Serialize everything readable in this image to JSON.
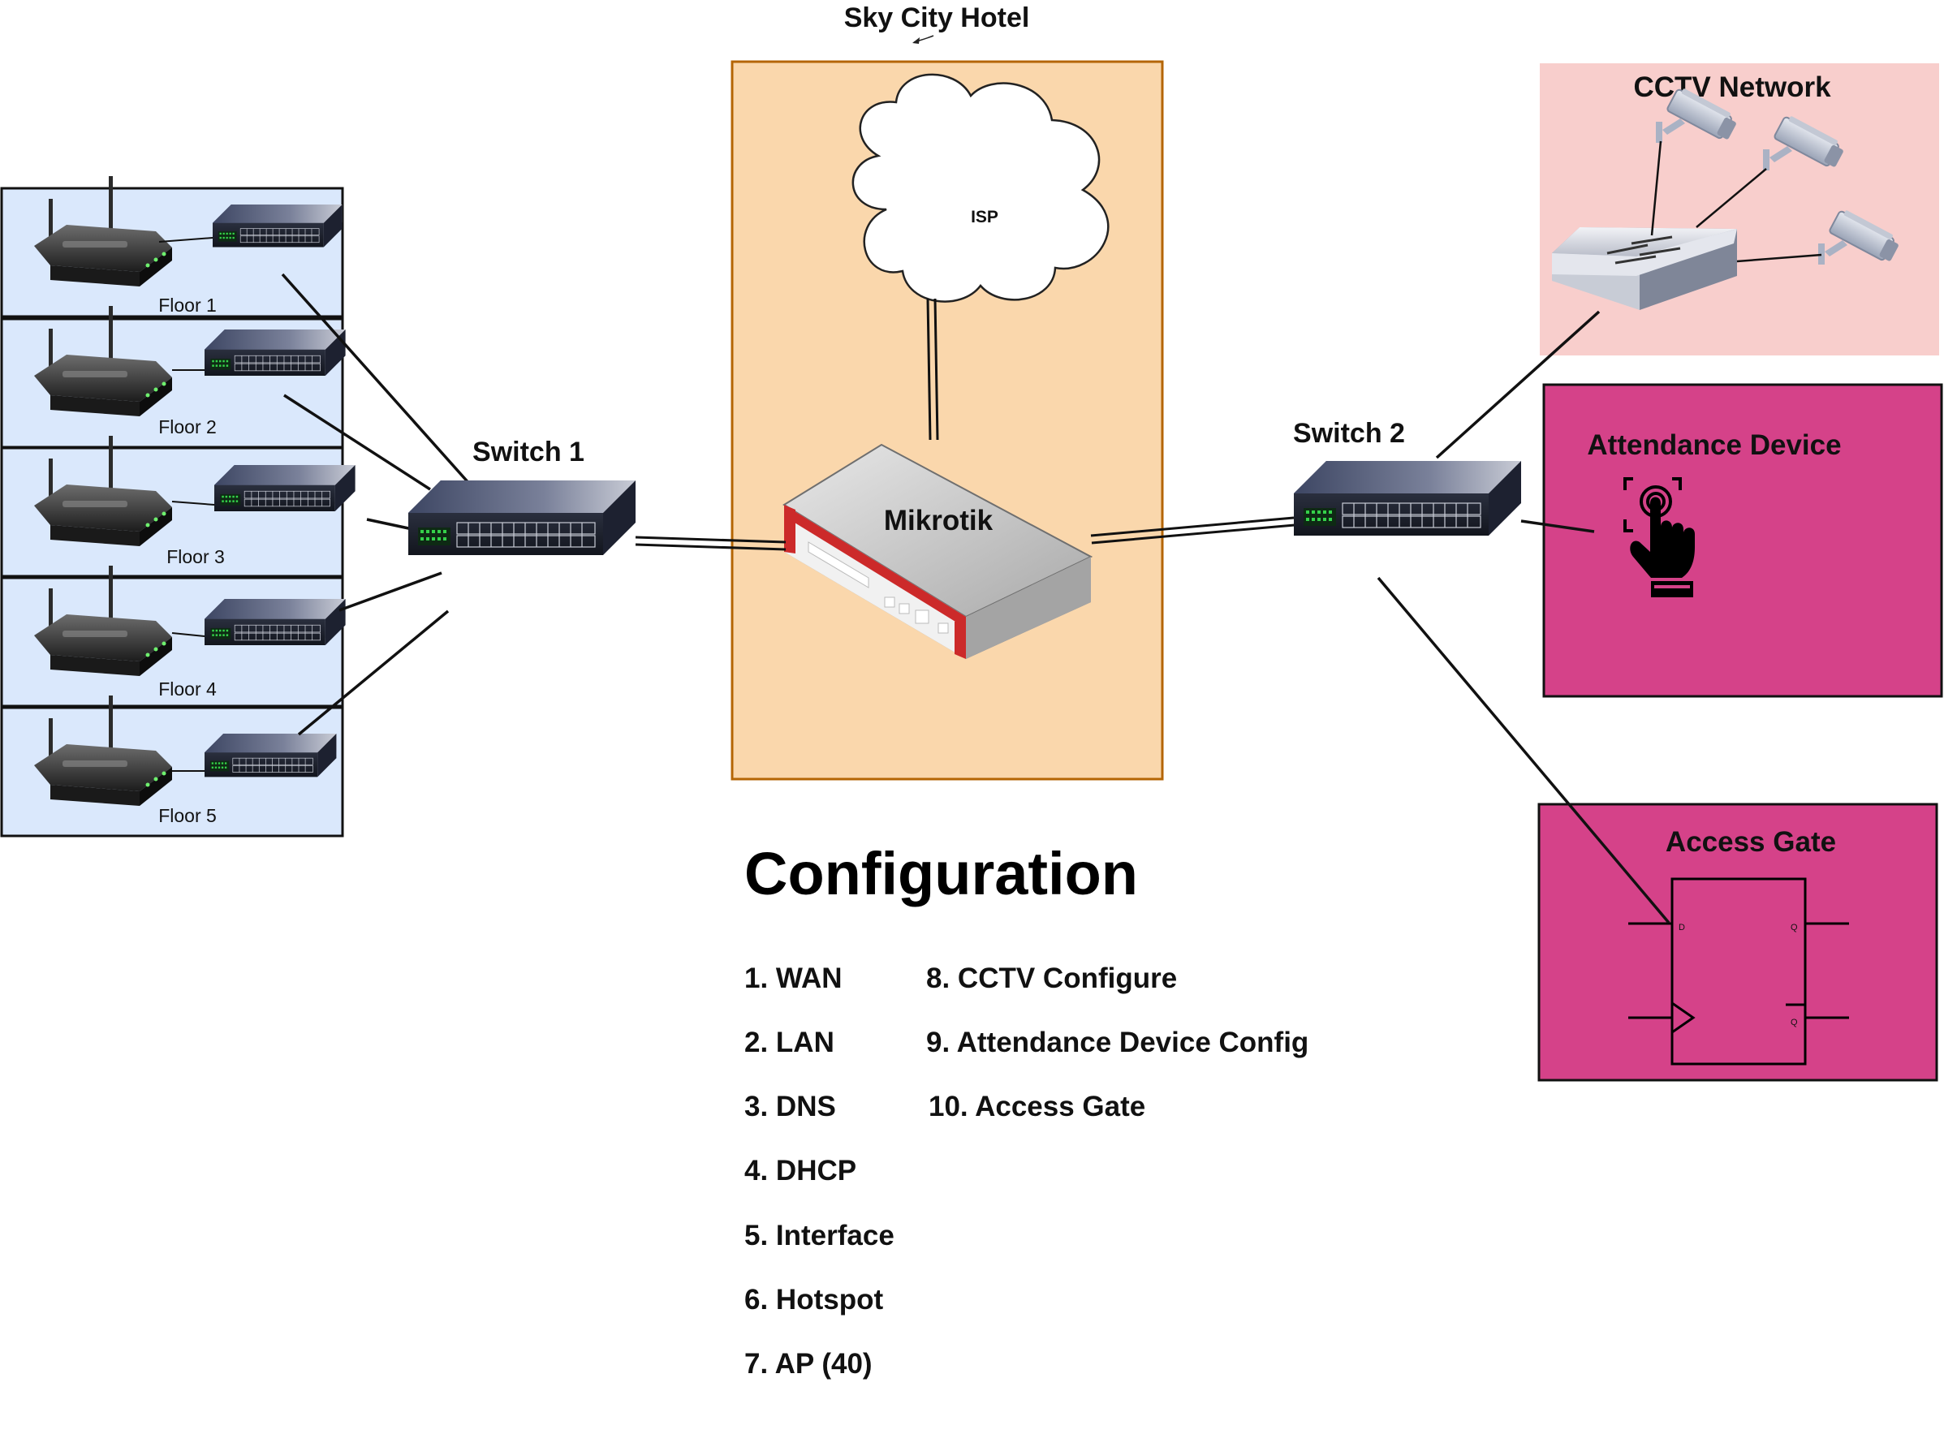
{
  "title": "Sky City Hotel",
  "isp": {
    "label": "ISP"
  },
  "router": {
    "label": "Mikrotik"
  },
  "switches": [
    {
      "label": "Switch 1"
    },
    {
      "label": "Switch 2"
    }
  ],
  "floors": [
    {
      "label": "Floor 1"
    },
    {
      "label": "Floor 2"
    },
    {
      "label": "Floor 3"
    },
    {
      "label": "Floor 4"
    },
    {
      "label": "Floor 5"
    }
  ],
  "cctv": {
    "title": "CCTV Network"
  },
  "attendance": {
    "title": "Attendance Device"
  },
  "access_gate": {
    "title": "Access Gate",
    "pin_d": "D",
    "pin_q": "Q",
    "pin_qbar": "Q"
  },
  "configuration": {
    "title": "Configuration",
    "items": [
      "1. WAN",
      "2. LAN",
      "3. DNS",
      "4. DHCP",
      "5. Interface",
      "6. Hotspot",
      "7. AP (40)",
      "8. CCTV Configure",
      "9. Attendance Device Config",
      "10. Access Gate"
    ]
  },
  "colors": {
    "floor_panel": "#dae8fc",
    "hotel_box": "#fad7ac",
    "hotel_border": "#b46504",
    "cctv_box": "#f8cecc",
    "device_box": "#d54289",
    "router_accent": "#cc2a2a"
  }
}
